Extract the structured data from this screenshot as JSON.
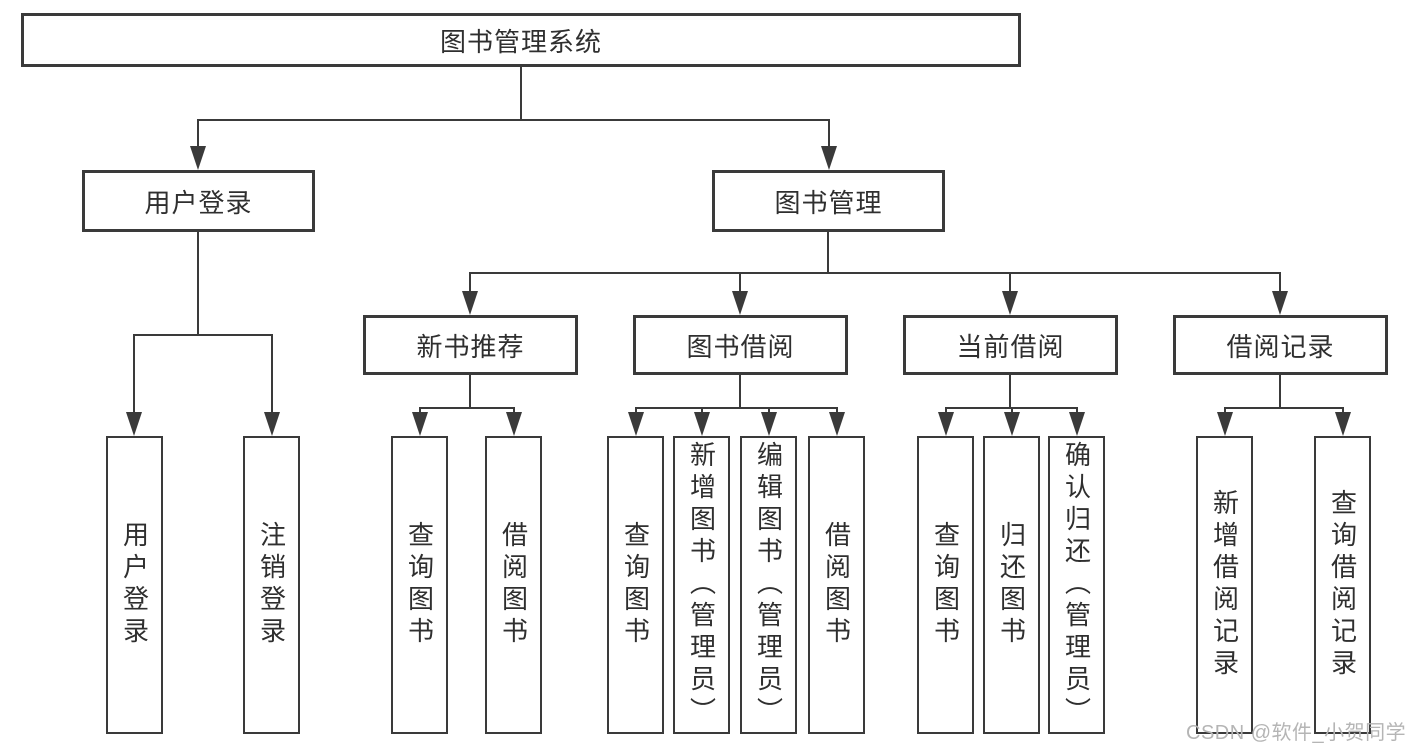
{
  "diagram": {
    "title": "图书管理系统",
    "root": {
      "label": "图书管理系统"
    },
    "branches": [
      {
        "label": "用户登录",
        "children": [
          "用户登录",
          "注销登录"
        ]
      },
      {
        "label": "图书管理",
        "children": [
          {
            "label": "新书推荐",
            "children": [
              "查询图书",
              "借阅图书"
            ]
          },
          {
            "label": "图书借阅",
            "children": [
              "查询图书",
              "新增图书（管理员）",
              "编辑图书（管理员）",
              "借阅图书"
            ]
          },
          {
            "label": "当前借阅",
            "children": [
              "查询图书",
              "归还图书",
              "确认归还（管理员）"
            ]
          },
          {
            "label": "借阅记录",
            "children": [
              "新增借阅记录",
              "查询借阅记录"
            ]
          }
        ]
      }
    ]
  },
  "watermark": {
    "text": "CSDN @软件_小贺同学"
  },
  "colors": {
    "line": "#3a3a3a",
    "text": "#2f2f2f",
    "watermark_text": "#b5b5b5",
    "background": "#ffffff"
  }
}
